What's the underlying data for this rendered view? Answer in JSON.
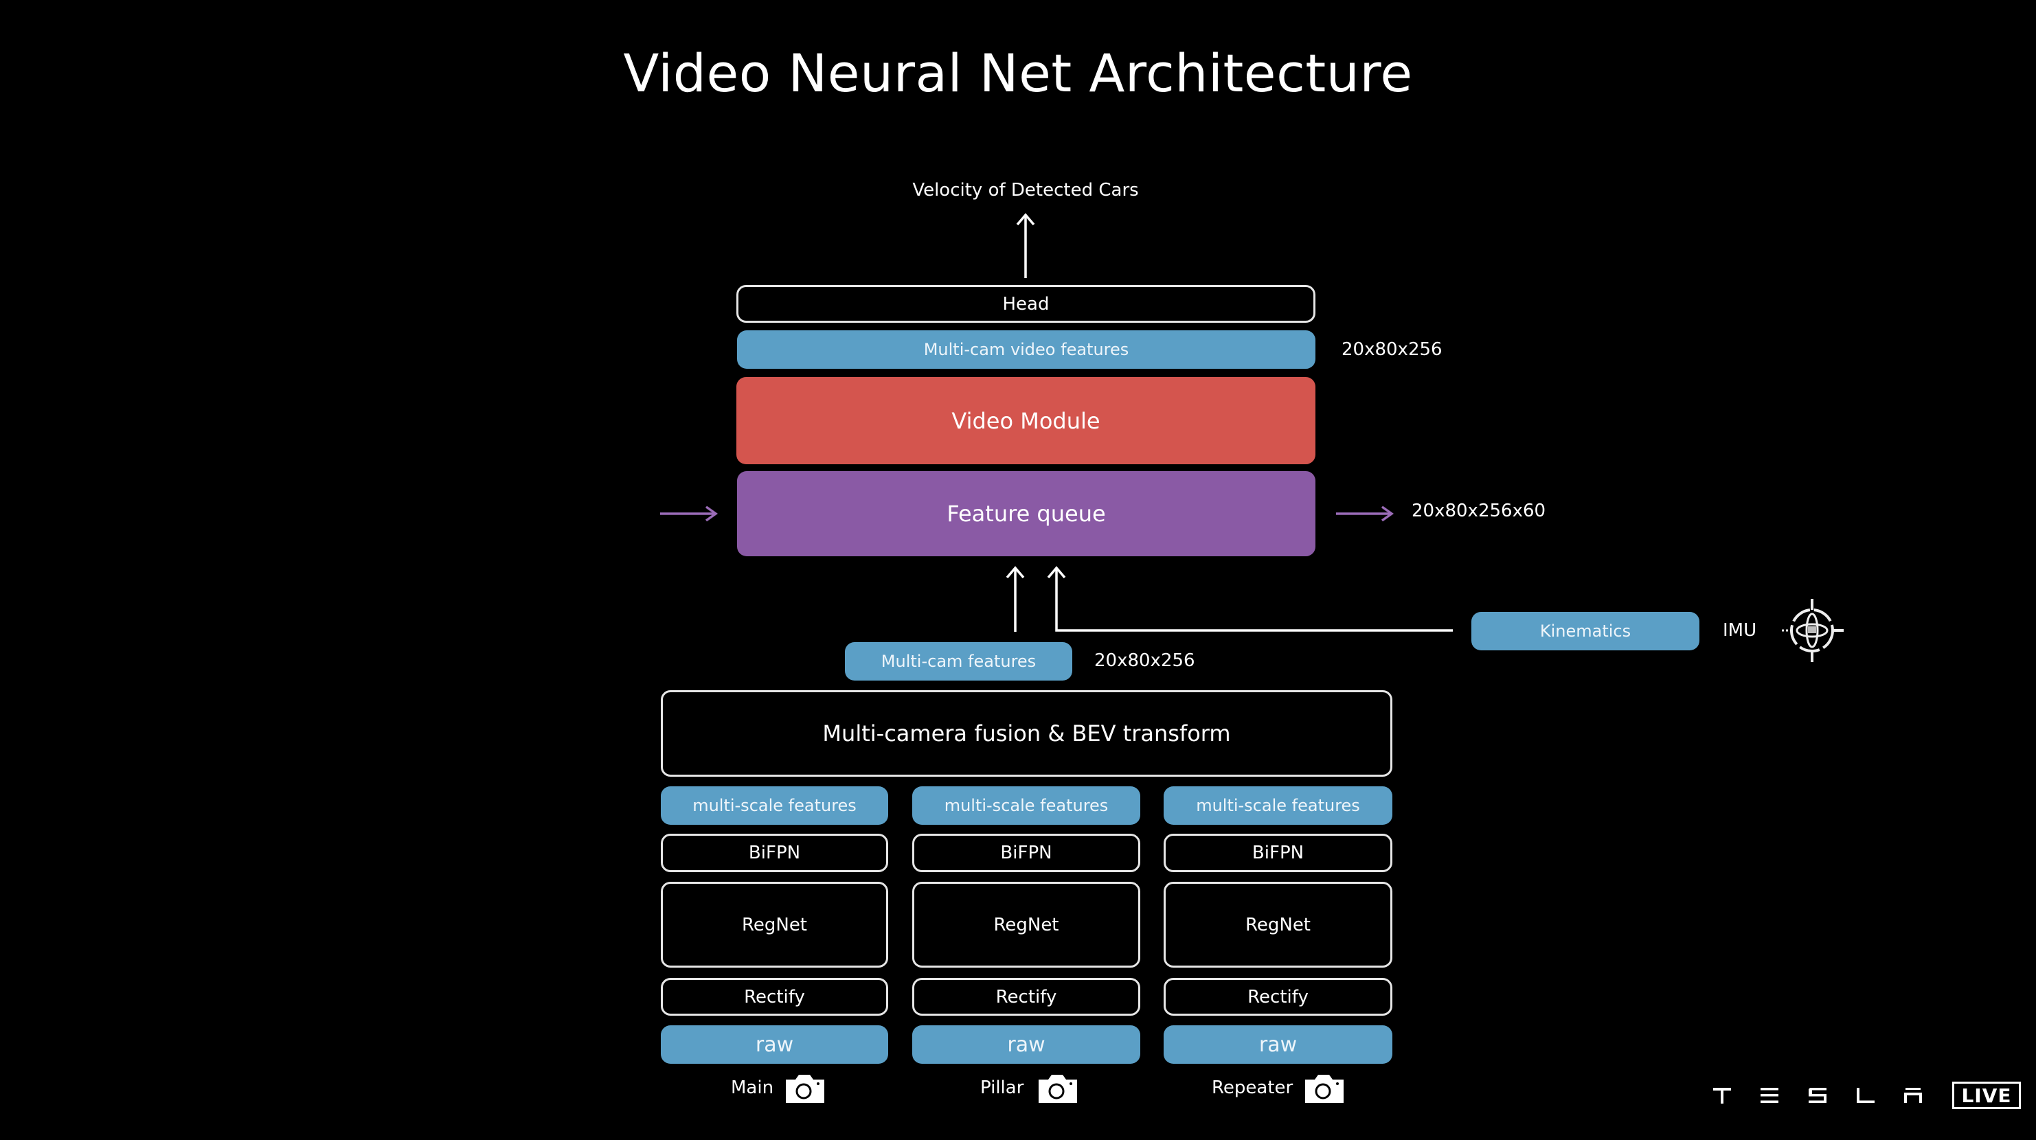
{
  "slide": {
    "title": "Video Neural Net Architecture"
  },
  "colors": {
    "feature_blue": "#5b9fc6",
    "video_module_red": "#d4554e",
    "feature_queue_purple": "#8a5aa5",
    "outline": "#e6e6e6",
    "background": "#000000"
  },
  "diagram": {
    "output_label": "Velocity of Detected Cars",
    "head": "Head",
    "multicam_video_features": "Multi-cam video features",
    "multicam_video_features_dims": "20x80x256",
    "video_module": "Video Module",
    "feature_queue": "Feature queue",
    "feature_queue_dims": "20x80x256x60",
    "multicam_features": "Multi-cam features",
    "multicam_features_dims": "20x80x256",
    "kinematics": "Kinematics",
    "imu_label": "IMU",
    "bev": "Multi-camera fusion & BEV transform",
    "columns": [
      {
        "multiscale": "multi-scale features",
        "bifpn": "BiFPN",
        "regnet": "RegNet",
        "rectify": "Rectify",
        "raw": "raw",
        "camera": "Main"
      },
      {
        "multiscale": "multi-scale features",
        "bifpn": "BiFPN",
        "regnet": "RegNet",
        "rectify": "Rectify",
        "raw": "raw",
        "camera": "Pillar"
      },
      {
        "multiscale": "multi-scale features",
        "bifpn": "BiFPN",
        "regnet": "RegNet",
        "rectify": "Rectify",
        "raw": "raw",
        "camera": "Repeater"
      }
    ]
  },
  "branding": {
    "logo_letters": [
      "T",
      "E",
      "S",
      "L",
      "A"
    ],
    "live_badge": "LIVE"
  },
  "icons": {
    "camera": "camera-icon",
    "imu": "imu-gyroscope-icon"
  }
}
